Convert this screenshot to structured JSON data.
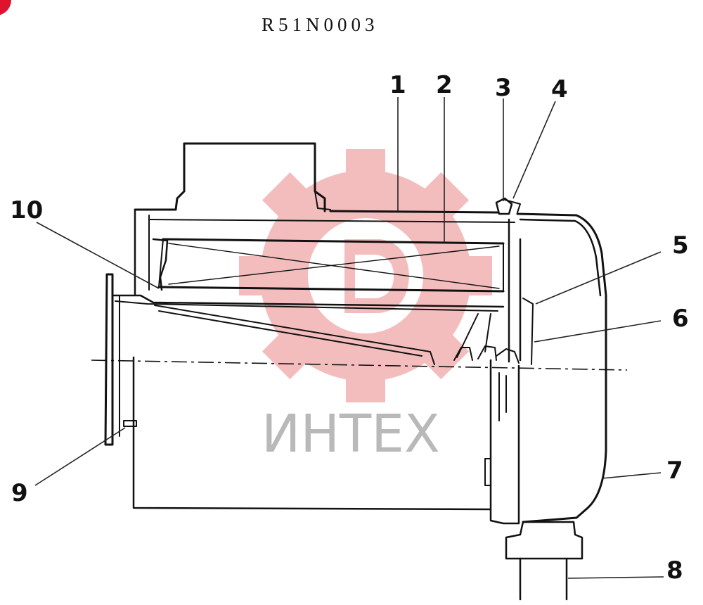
{
  "document_code": "R51N0003",
  "watermark": {
    "text": "ИНТЕХ",
    "color": "#f3b2b2",
    "text_color": "#b9b9b9"
  },
  "corner_mark_color": "#e0132e",
  "callouts": [
    "1",
    "2",
    "3",
    "4",
    "5",
    "6",
    "7",
    "8",
    "9",
    "10"
  ]
}
